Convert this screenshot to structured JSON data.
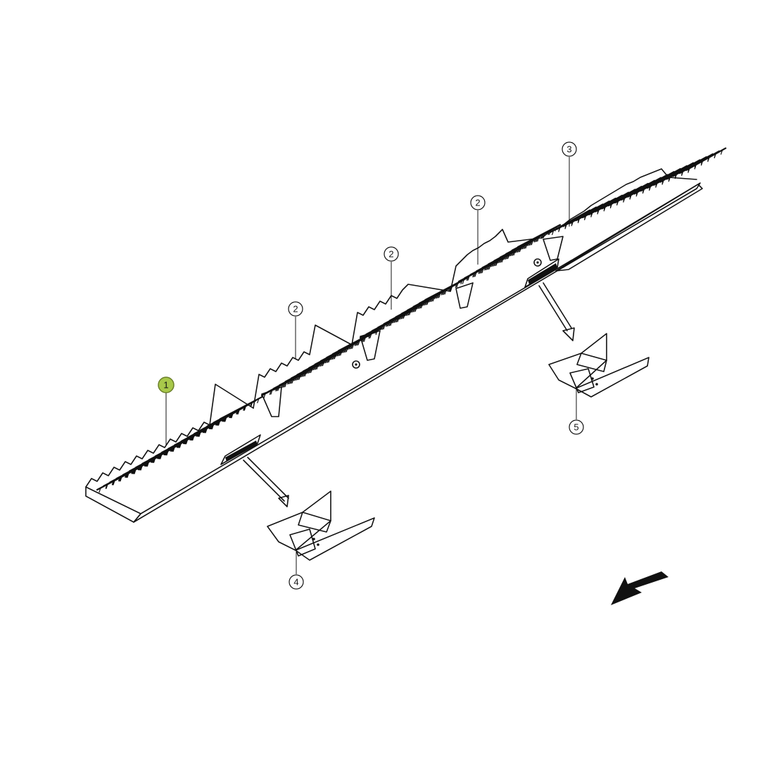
{
  "diagram": {
    "description_free": true,
    "highlight_color": "#a8c84a",
    "line_color": "#111111",
    "background": "#ffffff",
    "callouts": [
      {
        "id": "c1",
        "label": "1",
        "highlighted": true
      },
      {
        "id": "c2a",
        "label": "2",
        "highlighted": false
      },
      {
        "id": "c2b",
        "label": "2",
        "highlighted": false
      },
      {
        "id": "c2c",
        "label": "2",
        "highlighted": false
      },
      {
        "id": "c3",
        "label": "3",
        "highlighted": false
      },
      {
        "id": "c4",
        "label": "4",
        "highlighted": false
      },
      {
        "id": "c5",
        "label": "5",
        "highlighted": false
      }
    ],
    "direction_arrow_icon": "direction-arrow-icon"
  }
}
